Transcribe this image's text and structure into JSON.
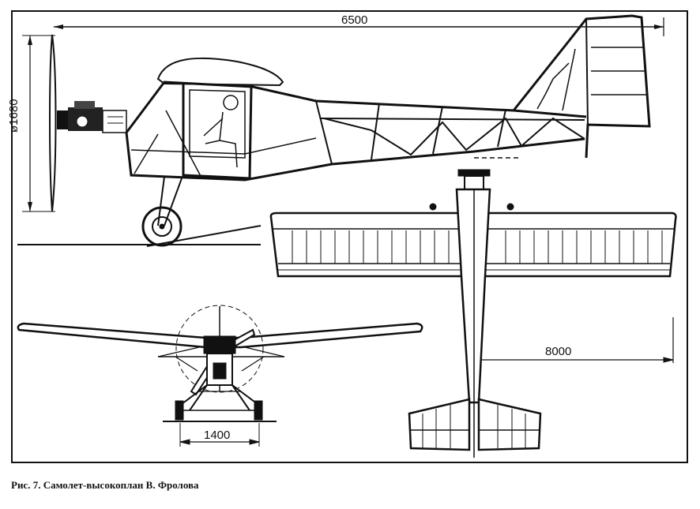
{
  "drawing": {
    "dimensions": {
      "length": "6500",
      "propeller_diameter": "ø1680",
      "wingspan": "8000",
      "track": "1400"
    },
    "caption": "Рис. 7. Самолет-высокоплан В. Фролова"
  }
}
